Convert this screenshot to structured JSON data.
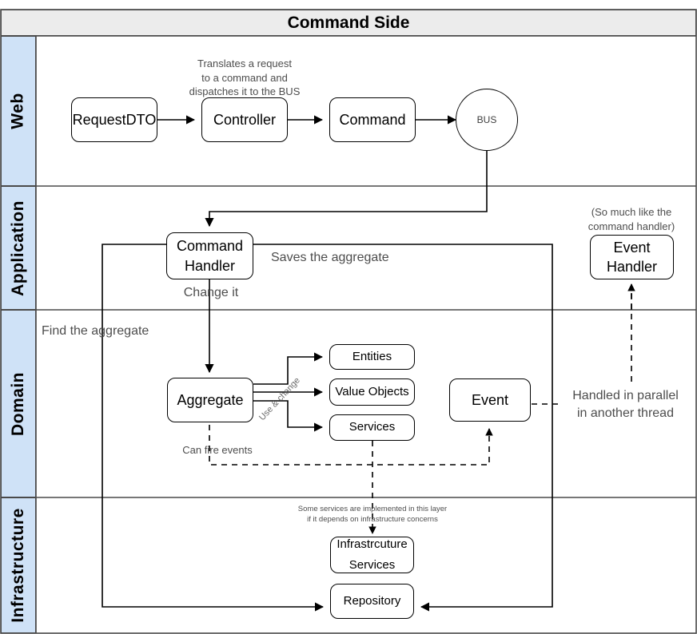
{
  "diagram": {
    "title": "Command Side",
    "lanes": [
      {
        "id": "web",
        "label": "Web"
      },
      {
        "id": "application",
        "label": "Application"
      },
      {
        "id": "domain",
        "label": "Domain"
      },
      {
        "id": "infrastructure",
        "label": "Infrastructure"
      }
    ],
    "nodes": [
      {
        "id": "request-dto",
        "label": "RequestDTO",
        "lane": "web"
      },
      {
        "id": "controller",
        "label": "Controller",
        "lane": "web"
      },
      {
        "id": "command",
        "label": "Command",
        "lane": "web"
      },
      {
        "id": "bus",
        "label": "BUS",
        "lane": "web",
        "shape": "circle"
      },
      {
        "id": "command-handler",
        "label": "Command\nHandler",
        "lane": "application"
      },
      {
        "id": "event-handler",
        "label": "Event\nHandler",
        "lane": "application"
      },
      {
        "id": "aggregate",
        "label": "Aggregate",
        "lane": "domain"
      },
      {
        "id": "entities",
        "label": "Entities",
        "lane": "domain"
      },
      {
        "id": "value-objects",
        "label": "Value Objects",
        "lane": "domain"
      },
      {
        "id": "services",
        "label": "Services",
        "lane": "domain"
      },
      {
        "id": "event",
        "label": "Event",
        "lane": "domain"
      },
      {
        "id": "infrastructure-services",
        "label": "Infrastrcuture\nServices",
        "lane": "infrastructure"
      },
      {
        "id": "repository",
        "label": "Repository",
        "lane": "infrastructure"
      }
    ],
    "annotations": [
      {
        "id": "controller-note",
        "text": "Translates a request\nto a command and\ndispatches it to the BUS"
      },
      {
        "id": "event-handler-note",
        "text": "(So much like the\ncommand handler)"
      },
      {
        "id": "saves-the-aggregate",
        "text": "Saves the aggregate"
      },
      {
        "id": "change-it",
        "text": "Change it"
      },
      {
        "id": "find-the-aggregate",
        "text": "Find the aggregate"
      },
      {
        "id": "use-and-change",
        "text": "Use & change"
      },
      {
        "id": "can-fire-events",
        "text": "Can fire events"
      },
      {
        "id": "handled-in-parallel",
        "text": "Handled in parallel\nin another thread"
      },
      {
        "id": "some-services-note",
        "text": "Some services are implemented in this layer\nif it depends on infrastructure concerns"
      }
    ],
    "colors": {
      "lane_fill": "#cfe2f7",
      "title_fill": "#ececec",
      "border": "#4a4a4a",
      "stroke": "#000000",
      "annotation_text": "#4d4d4d"
    }
  }
}
